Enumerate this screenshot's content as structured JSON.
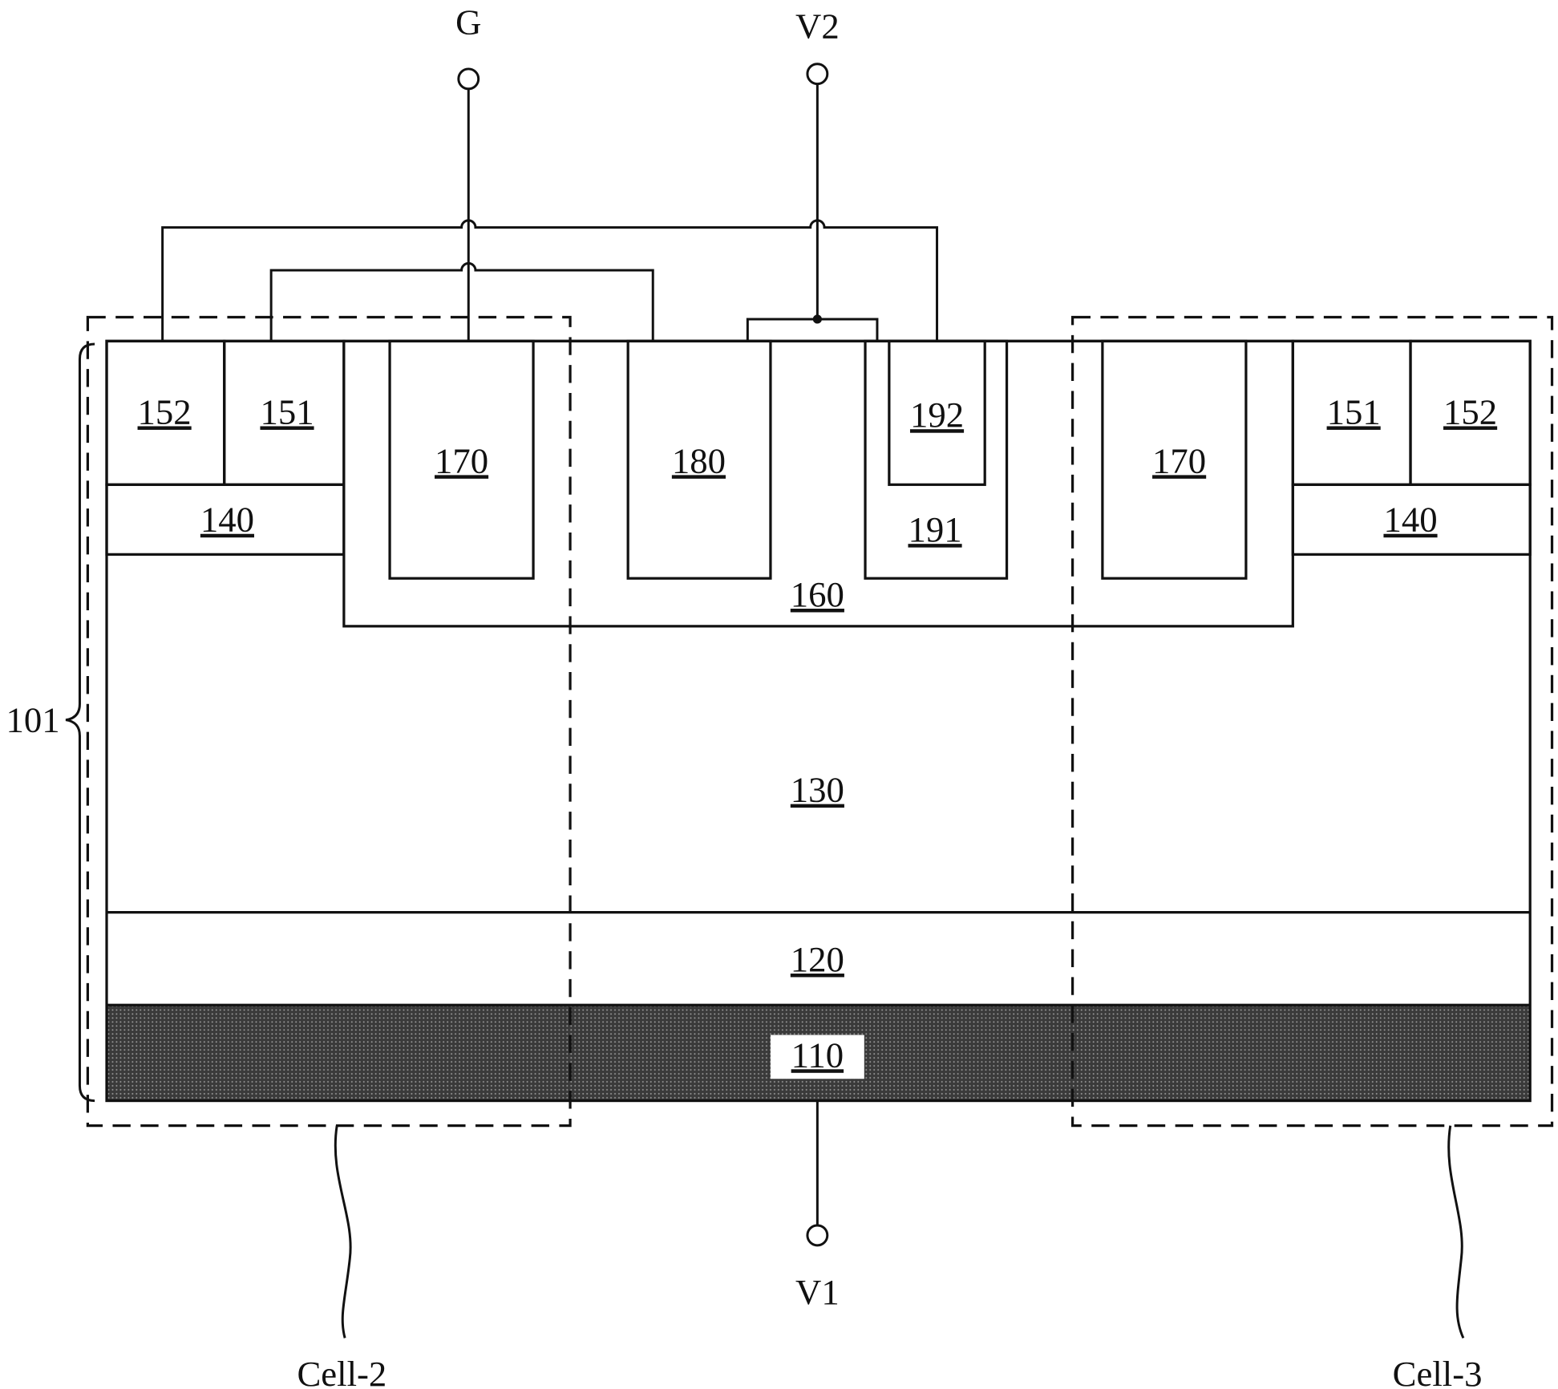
{
  "diagram": {
    "terminals": {
      "gate": "G",
      "v2": "V2",
      "v1": "V1"
    },
    "substrate_brace_label": "101",
    "cell_labels": {
      "left": "Cell-2",
      "right": "Cell-3"
    },
    "regions": {
      "layer_110": "110",
      "layer_120": "120",
      "layer_130": "130",
      "well_160": "160",
      "left_140": "140",
      "right_140": "140",
      "left_151": "151",
      "right_151": "151",
      "left_152": "152",
      "right_152": "152",
      "left_170": "170",
      "right_170": "170",
      "trench_180": "180",
      "region_191": "191",
      "region_192": "192"
    }
  }
}
